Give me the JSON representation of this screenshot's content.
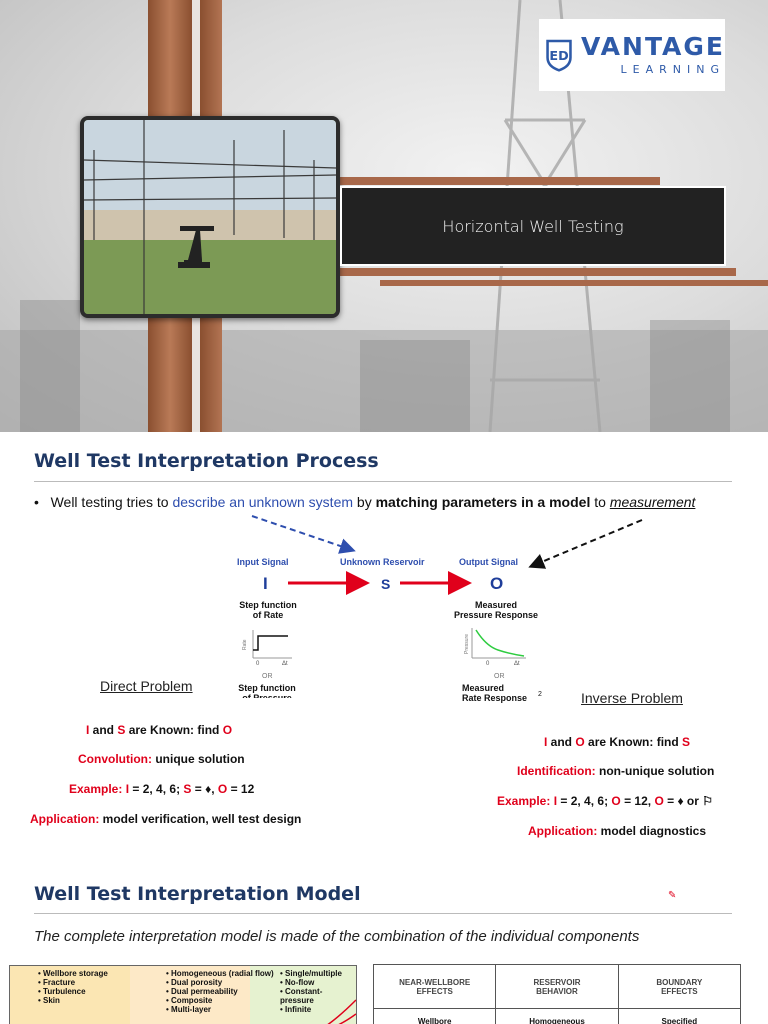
{
  "slide1": {
    "title": "Horizontal Well Testing",
    "logo": {
      "mark": "ED",
      "word": "VANTAGE",
      "sub": "LEARNING",
      "color": "#2e5aa8"
    }
  },
  "slide2": {
    "title": "Well Test Interpretation Process",
    "bullet": {
      "prefix": "Well testing tries to ",
      "blue": "describe an unknown system",
      "mid": " by ",
      "bold": "matching parameters in a model",
      "to": " to ",
      "italic": "measurement"
    },
    "diagram": {
      "input_label": "Input Signal",
      "unknown_label": "Unknown Reservoir",
      "output_label": "Output Signal",
      "I": "I",
      "S": "S",
      "O": "O",
      "step_rate": "Step function\nof Rate",
      "measured_pressure": "Measured\nPressure Response",
      "or1": "OR",
      "or2": "OR",
      "step_pressure": "Step function\nof Pressure",
      "measured_rate": "Measured\nRate Response",
      "footnote": "2",
      "rate_axis": "Rate",
      "pressure_axis": "Pressure",
      "zero": "0",
      "dt": "Δt"
    },
    "direct": {
      "title": "Direct Problem",
      "l1_i": "I",
      "l1_and": " and ",
      "l1_s": "S",
      "l1_rest": " are Known: find ",
      "l1_o": "O",
      "l2_red": "Convolution:",
      "l2_rest": " unique solution",
      "l3_red": "Example: I",
      "l3_a": " = 2, 4, 6; ",
      "l3_s": "S",
      "l3_b": " = ♦, ",
      "l3_o": "O",
      "l3_c": " = 12",
      "l4_red": "Application:",
      "l4_rest": " model verification, well test design"
    },
    "inverse": {
      "title": "Inverse Problem",
      "l1_i": "I",
      "l1_and": " and ",
      "l1_o": "O",
      "l1_rest": " are Known: find ",
      "l1_s": "S",
      "l2_red": "Identification:",
      "l2_rest": " non-unique solution",
      "l3_red": "Example: I",
      "l3_a": " = 2, 4, 6; ",
      "l3_o": "O",
      "l3_b": " = 12, ",
      "l3_o2": "O",
      "l3_c": " = ♦  or  ⚐",
      "l4_red": "Application:",
      "l4_rest": " model diagnostics"
    }
  },
  "slide3": {
    "title": "Well Test Interpretation Model",
    "subtitle": "The complete interpretation model is made of the combination of the individual components",
    "thumb_col1": [
      "• Wellbore storage",
      "• Fracture",
      "• Turbulence",
      "• Skin"
    ],
    "thumb_col2": [
      "• Homogeneous (radial flow)",
      "• Dual porosity",
      "• Dual permeability",
      "• Composite",
      "• Multi-layer"
    ],
    "thumb_col3": [
      "• Single/multiple",
      "• No-flow",
      "• Constant-pressure",
      "• Infinite"
    ],
    "table_headers": [
      "NEAR-WELLBORE\nEFFECTS",
      "RESERVOIR\nBEHAVIOR",
      "BOUNDARY\nEFFECTS"
    ],
    "table_row": [
      "Wellbore",
      "Homogeneous",
      "Specified"
    ]
  }
}
